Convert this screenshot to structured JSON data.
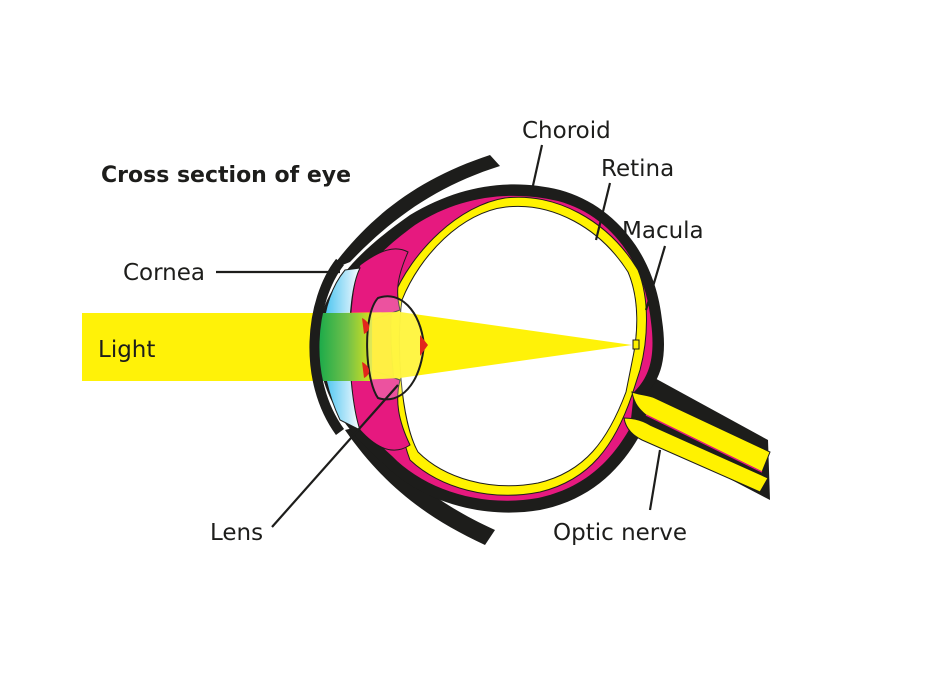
{
  "title": "Cross section of eye",
  "labels": {
    "choroid": "Choroid",
    "retina": "Retina",
    "macula": "Macula",
    "cornea": "Cornea",
    "light": "Light",
    "lens": "Lens",
    "optic_nerve": "Optic nerve"
  },
  "colors": {
    "sclera": "#1d1d1b",
    "choroid": "#e6197f",
    "retina": "#fff200",
    "light_beam": "#fff200",
    "cornea": "#3fc1ef",
    "aqueous": "#22a84a",
    "iris_red": "#e2261c",
    "text": "#1d1d1b"
  }
}
